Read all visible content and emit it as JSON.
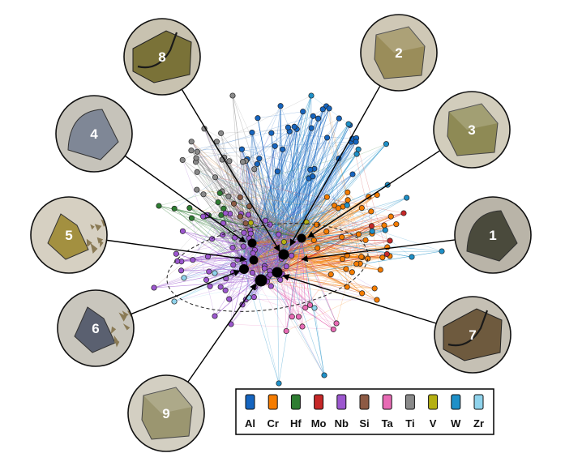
{
  "legend": {
    "items": [
      {
        "label": "Al",
        "color": "#1565c0"
      },
      {
        "label": "Cr",
        "color": "#f57c00"
      },
      {
        "label": "Hf",
        "color": "#2e7d32"
      },
      {
        "label": "Mo",
        "color": "#c62828"
      },
      {
        "label": "Nb",
        "color": "#9c57cf"
      },
      {
        "label": "Si",
        "color": "#8d5a44"
      },
      {
        "label": "Ta",
        "color": "#e86bb5"
      },
      {
        "label": "Ti",
        "color": "#8a8a8a"
      },
      {
        "label": "V",
        "color": "#b5b012"
      },
      {
        "label": "W",
        "color": "#1e90c8"
      },
      {
        "label": "Zr",
        "color": "#8fd3ec"
      }
    ]
  },
  "samples": [
    {
      "label": "1",
      "stone": "#4a4a3c",
      "bg": "#b9b4a8",
      "icon": "wedge-sample-icon"
    },
    {
      "label": "2",
      "stone": "#9a8d5a",
      "bg": "#cfc8b6",
      "icon": "cube-sample-icon"
    },
    {
      "label": "3",
      "stone": "#8e8a55",
      "bg": "#d2cdbc",
      "icon": "cube-sample-icon"
    },
    {
      "label": "4",
      "stone": "#7f8796",
      "bg": "#c6c3ba",
      "icon": "wedge-sample-icon"
    },
    {
      "label": "5",
      "stone": "#a39040",
      "bg": "#d6d0c2",
      "icon": "fragment-sample-icon"
    },
    {
      "label": "6",
      "stone": "#5a6070",
      "bg": "#c9c6bd",
      "icon": "fragment-sample-icon"
    },
    {
      "label": "7",
      "stone": "#6e5a3e",
      "bg": "#c5c0b4",
      "icon": "cracked-sample-icon"
    },
    {
      "label": "8",
      "stone": "#7a7238",
      "bg": "#c8c2b0",
      "icon": "cracked-sample-icon"
    },
    {
      "label": "9",
      "stone": "#9b9670",
      "bg": "#d3cfc2",
      "icon": "cube-sample-icon"
    }
  ]
}
